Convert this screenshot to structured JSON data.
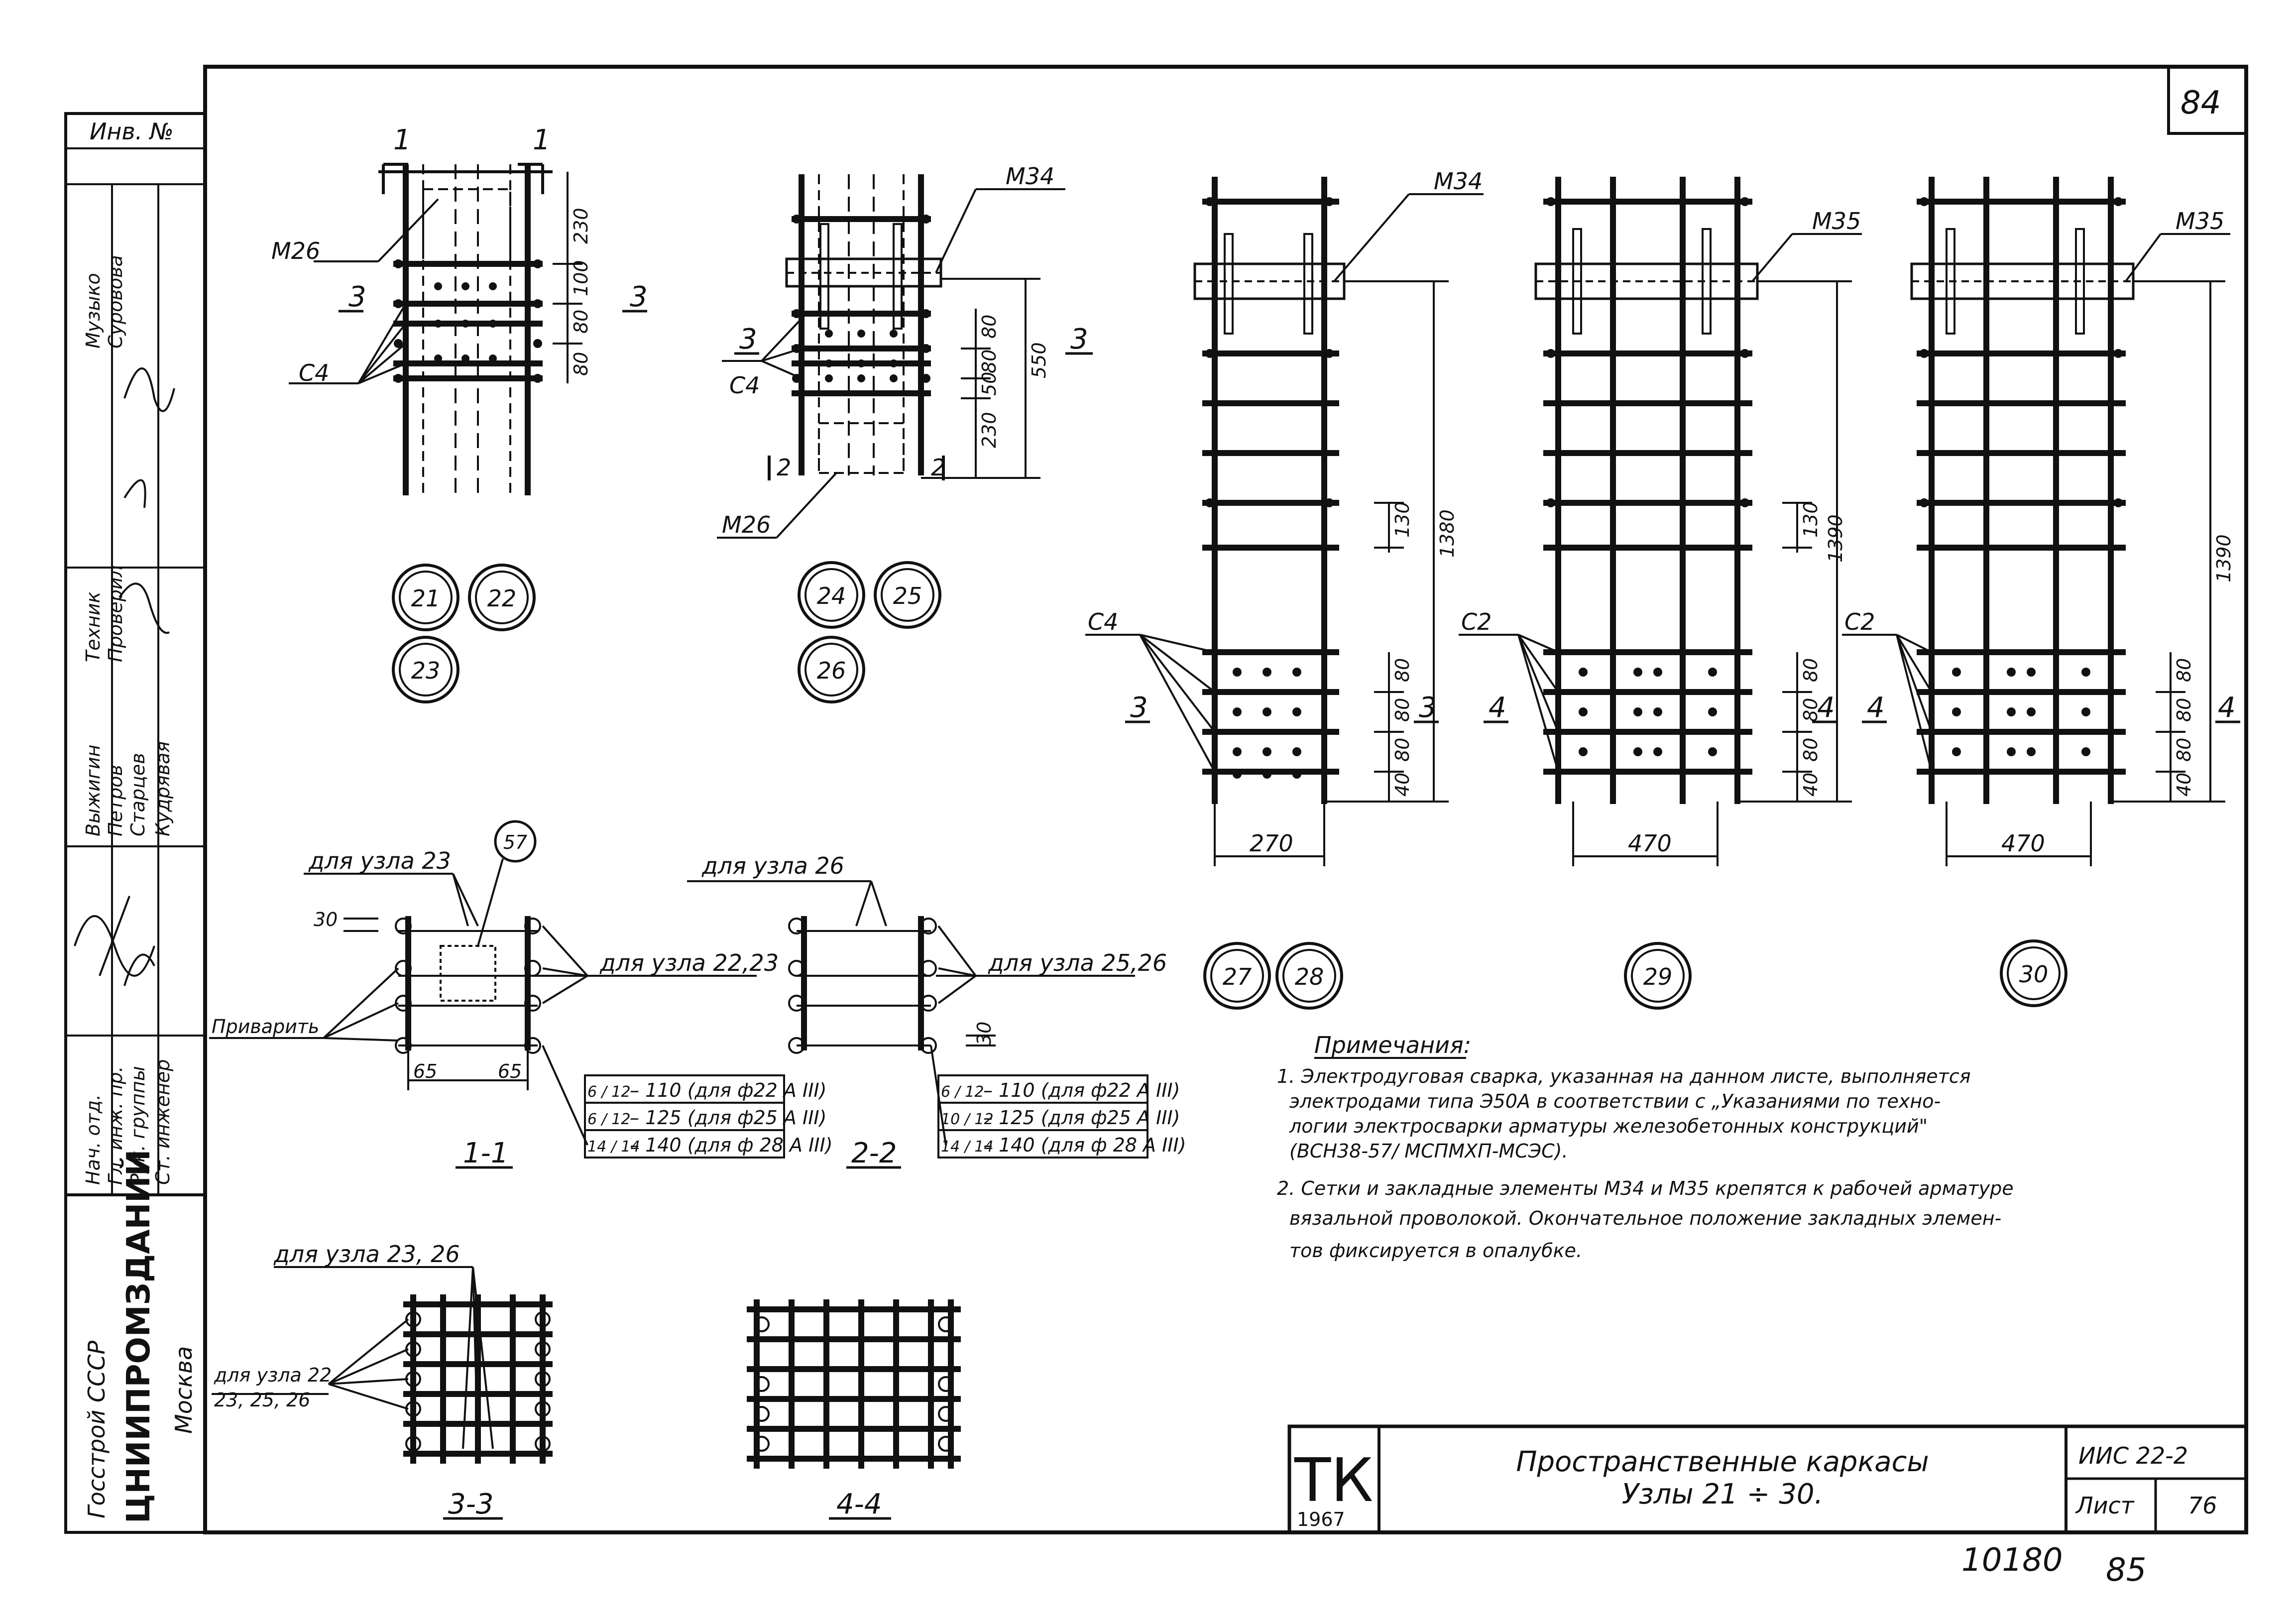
{
  "sheet": {
    "corner_number": "84",
    "inv_label": "Инв. №",
    "footer_number": "10180",
    "footer_page": "85"
  },
  "stamp": {
    "roles": [
      "Нач. отд.",
      "Гл. инж. пр.",
      "Рук. группы",
      "Ст. инженер"
    ],
    "roles_b": [
      "Выжигин",
      "Техник",
      "Музыко"
    ],
    "names": [
      "Петров",
      "Старцев",
      "Кудрявая",
      "Проверил",
      "Суровова"
    ],
    "org_top": "Госстрой СССР",
    "org_main": "ЦНИИПРОМЗДАНИЙ",
    "org_city": "Москва"
  },
  "title_block": {
    "tk": "ТК",
    "year": "1967",
    "title_line1": "Пространственные каркасы",
    "title_line2": "Узлы 21 ÷ 30.",
    "series": "ИИС 22-2",
    "sheet_label": "Лист",
    "sheet_no": "76"
  },
  "labels": {
    "m26": "М26",
    "m34": "М34",
    "m35": "М35",
    "c4": "С4",
    "c2": "С2",
    "sec1": "1",
    "sec2": "2",
    "sec3": "3",
    "sec4": "4",
    "section_1_1": "1-1",
    "section_2_2": "2-2",
    "section_3_3": "3-3",
    "section_4_4": "4-4",
    "weld": "Приварить",
    "for_node_23": "для узла 23",
    "for_node_26": "для узла 26",
    "for_node_22_23": "для узла 22,23",
    "for_node_25_26": "для узла 25,26",
    "for_node_23_26": "для узла 23, 26",
    "for_node_22_a": "для узла 22",
    "for_node_22_b": "23, 25, 26",
    "ref_57": "57"
  },
  "dims": {
    "d230": "230",
    "d100": "100",
    "d80": "80",
    "d550": "550",
    "d50": "50",
    "d1380": "1380",
    "d1390": "1390",
    "d130": "130",
    "d40": "40",
    "d270": "270",
    "d470": "470",
    "d65": "65",
    "d30": "30"
  },
  "table_1": [
    {
      "ratio": "6 / 12",
      "text": "– 110 (для ф22 А III)"
    },
    {
      "ratio": "6 / 12",
      "text": "– 125 (для ф25 А III)"
    },
    {
      "ratio": "14 / 14",
      "text": "– 140 (для ф 28 А III)"
    }
  ],
  "table_2": [
    {
      "ratio": "6 / 12",
      "text": "– 110 (для ф22 А III)"
    },
    {
      "ratio": "10 / 12",
      "text": "– 125 (для ф25 А III)"
    },
    {
      "ratio": "14 / 14",
      "text": "– 140 (для ф 28 А III)"
    }
  ],
  "nodes": {
    "n21": "21",
    "n22": "22",
    "n23": "23",
    "n24": "24",
    "n25": "25",
    "n26": "26",
    "n27": "27",
    "n28": "28",
    "n29": "29",
    "n30": "30"
  },
  "notes": {
    "heading": "Примечания:",
    "n1_l1": "1. Электродуговая сварка, указанная на данном листе, выполняется",
    "n1_l2": "электродами типа Э50А в соответствии с „Указаниями по техно-",
    "n1_l3": "логии электросварки арматуры железобетонных конструкций\"",
    "n1_l4": "(ВСН38-57/ МСПМХП-МСЭС).",
    "n2_l1": "2. Сетки и закладные элементы М34 и М35 крепятся к рабочей арматуре",
    "n2_l2": "вязальной проволокой. Окончательное положение закладных элемен-",
    "n2_l3": "тов фиксируется в опалубке."
  }
}
